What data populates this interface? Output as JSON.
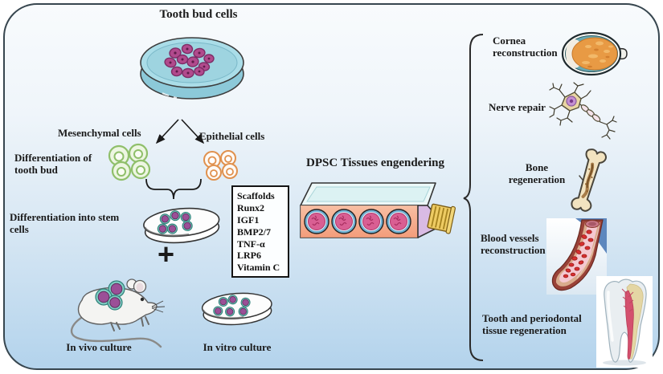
{
  "labels": {
    "tooth_bud_cells": "Tooth bud cells",
    "mesenchymal": "Mesenchymal cells",
    "epithelial": "Epithelial cells",
    "diff_tooth_bud": "Differentiation of tooth bud",
    "diff_stem_cells": "Differentiation into stem cells",
    "plus": "+",
    "dpsc": "DPSC Tissues engendering",
    "in_vivo": "In vivo culture",
    "in_vitro": "In vitro culture"
  },
  "factors": {
    "items": [
      "Scaffolds",
      "Runx2",
      "IGF1",
      "BMP2/7",
      "TNF-α",
      "LRP6",
      "Vitamin C"
    ]
  },
  "applications": [
    {
      "label": "Cornea reconstruction",
      "icon": "eye-icon"
    },
    {
      "label": "Nerve repair",
      "icon": "neuron-icon"
    },
    {
      "label": "Bone regeneration",
      "icon": "bone-icon"
    },
    {
      "label": "Blood vessels reconstruction",
      "icon": "blood-vessel-icon"
    },
    {
      "label": "Tooth and periodontal tissue regeneration",
      "icon": "tooth-icon"
    }
  ],
  "colors": {
    "background_top": "#f8fbfd",
    "background_bottom": "#b3d3ec",
    "frame_border": "#37464f",
    "petri_blue": "#aadde8",
    "cell_purple": "#b14a8d",
    "mesenchymal_green": "#8fbf6a",
    "epithelial_orange": "#e0914e",
    "stem_cell_teal": "#7fcdc3",
    "stem_cell_core": "#9b4f97",
    "flask_pink": "#f5ab8c",
    "flask_lavender": "#d9bbe4",
    "flask_cap_yellow": "#eecb63",
    "colony_pink": "#d95f93",
    "eye_orange": "#e89a44",
    "vessel_red": "#d83030",
    "tooth_pulp_red": "#d4506e",
    "text": "#1a1a1a"
  }
}
